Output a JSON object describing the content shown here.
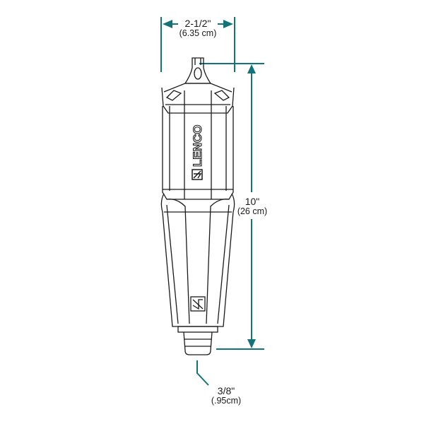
{
  "diagram": {
    "subject": "spray nozzle technical drawing",
    "brand_text": "LENCO",
    "accent_color": "#127478",
    "line_color": "#1a1a1a",
    "dimensions": {
      "width": {
        "imperial": "2-1/2\"",
        "metric": "(6.35 cm)"
      },
      "height": {
        "imperial": "10\"",
        "metric": "(26 cm)"
      },
      "inlet": {
        "imperial": "3/8\"",
        "metric": "(.95cm)"
      }
    }
  }
}
